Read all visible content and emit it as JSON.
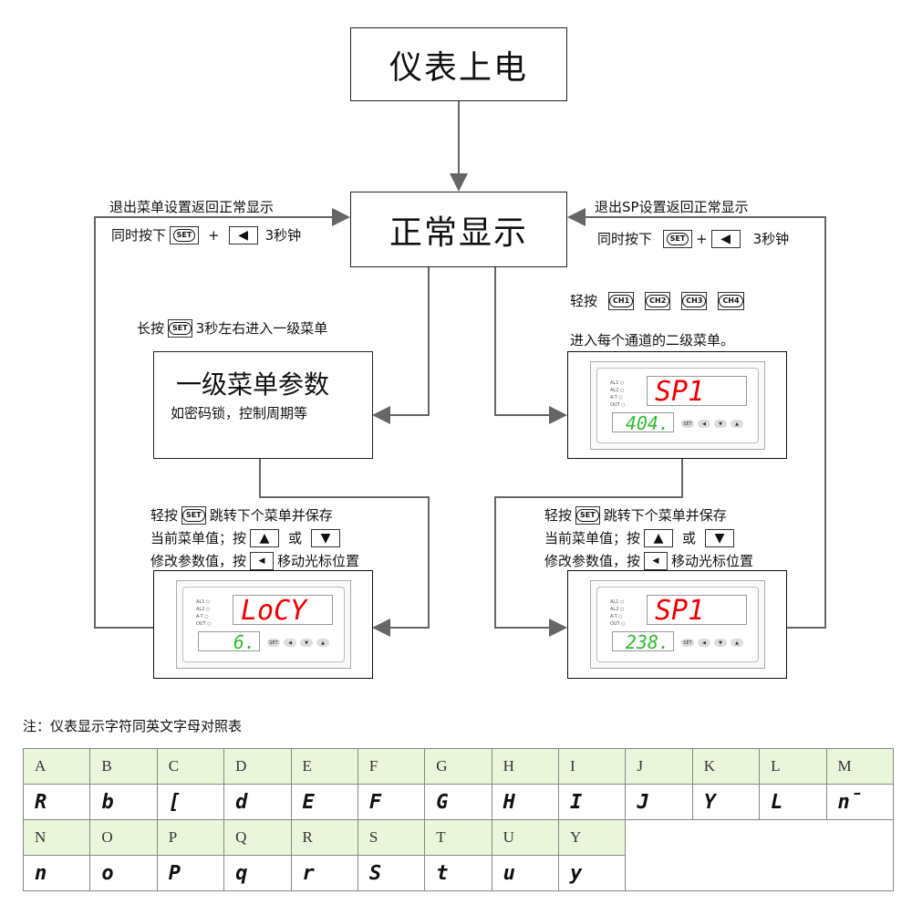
{
  "boxes": {
    "power_on": "仪表上电",
    "normal": "正常显示",
    "level1_title": "一级菜单参数",
    "level1_sub": "如密码锁，控制周期等"
  },
  "left": {
    "exit_label": "退出菜单设置返回正常显示",
    "exit_keys_prefix": "同时按下",
    "plus": "+",
    "exit_keys_suffix": "3秒钟",
    "enter_prefix": "长按",
    "enter_suffix": "3秒左右进入一级菜单",
    "instr1_prefix": "轻按",
    "instr1_suffix": "跳转下个菜单并保存",
    "instr2_prefix": "当前菜单值；按",
    "instr2_or": "或",
    "instr3_prefix": "修改参数值，按",
    "instr3_suffix": "移动光标位置"
  },
  "right": {
    "exit_label": "退出SP设置返回正常显示",
    "exit_keys_prefix": "同时按下",
    "plus": "+",
    "exit_keys_suffix": "3秒钟",
    "ch_prefix": "轻按",
    "ch_keys": [
      "CH1",
      "CH2",
      "CH3",
      "CH4"
    ],
    "enter_label": "进入每个通道的二级菜单。",
    "instr1_prefix": "轻按",
    "instr1_suffix": "跳转下个菜单并保存",
    "instr2_prefix": "当前菜单值；按",
    "instr2_or": "或",
    "instr3_prefix": "修改参数值，按",
    "instr3_suffix": "移动光标位置"
  },
  "keys": {
    "set": "SET",
    "left": "◀",
    "up": "▲",
    "down": "▼"
  },
  "panels": {
    "leds": [
      "AL1",
      "AL2",
      "A-T",
      "OUT"
    ],
    "btns": [
      "SET",
      "◀",
      "▼",
      "▲"
    ],
    "left_bottom": {
      "pv": "LoCY",
      "sv": "6."
    },
    "right_top": {
      "pv": "SP1",
      "sv": "404."
    },
    "right_bottom": {
      "pv": "SP1",
      "sv": "238."
    }
  },
  "note": "注：仪表显示字符同英文字母对照表",
  "table": {
    "row1_letters": [
      "A",
      "B",
      "C",
      "D",
      "E",
      "F",
      "G",
      "H",
      "I",
      "J",
      "K",
      "L",
      "M"
    ],
    "row1_glyphs": [
      "R",
      "b",
      "[",
      "d",
      "E",
      "F",
      "G",
      "H",
      "I",
      "J",
      "Y",
      "L",
      "n̄"
    ],
    "row2_letters": [
      "N",
      "O",
      "P",
      "Q",
      "R",
      "S",
      "T",
      "U",
      "Y"
    ],
    "row2_glyphs": [
      "n",
      "o",
      "P",
      "q",
      "r",
      "S",
      "t",
      "u",
      "y"
    ]
  }
}
